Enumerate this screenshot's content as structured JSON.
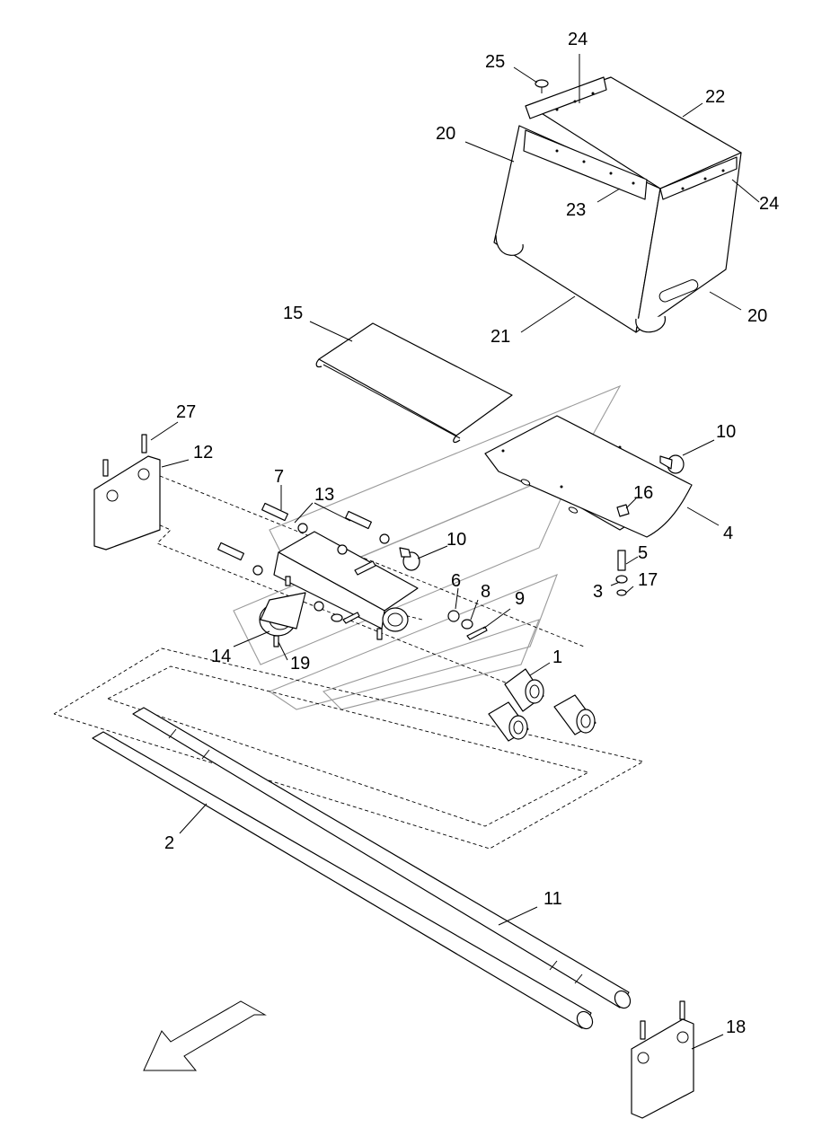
{
  "callouts": [
    {
      "id": "c24a",
      "text": "24"
    },
    {
      "id": "c25",
      "text": "25"
    },
    {
      "id": "c22",
      "text": "22"
    },
    {
      "id": "c20a",
      "text": "20"
    },
    {
      "id": "c23",
      "text": "23"
    },
    {
      "id": "c24b",
      "text": "24"
    },
    {
      "id": "c20b",
      "text": "20"
    },
    {
      "id": "c21",
      "text": "21"
    },
    {
      "id": "c15",
      "text": "15"
    },
    {
      "id": "c27",
      "text": "27"
    },
    {
      "id": "c12",
      "text": "12"
    },
    {
      "id": "c10a",
      "text": "10"
    },
    {
      "id": "c7",
      "text": "7"
    },
    {
      "id": "c13",
      "text": "13"
    },
    {
      "id": "c16",
      "text": "16"
    },
    {
      "id": "c4",
      "text": "4"
    },
    {
      "id": "c10b",
      "text": "10"
    },
    {
      "id": "c5",
      "text": "5"
    },
    {
      "id": "c6",
      "text": "6"
    },
    {
      "id": "c8",
      "text": "8"
    },
    {
      "id": "c9",
      "text": "9"
    },
    {
      "id": "c3",
      "text": "3"
    },
    {
      "id": "c17",
      "text": "17"
    },
    {
      "id": "c14",
      "text": "14"
    },
    {
      "id": "c19",
      "text": "19"
    },
    {
      "id": "c1",
      "text": "1"
    },
    {
      "id": "c2",
      "text": "2"
    },
    {
      "id": "c11",
      "text": "11"
    },
    {
      "id": "c18",
      "text": "18"
    }
  ]
}
